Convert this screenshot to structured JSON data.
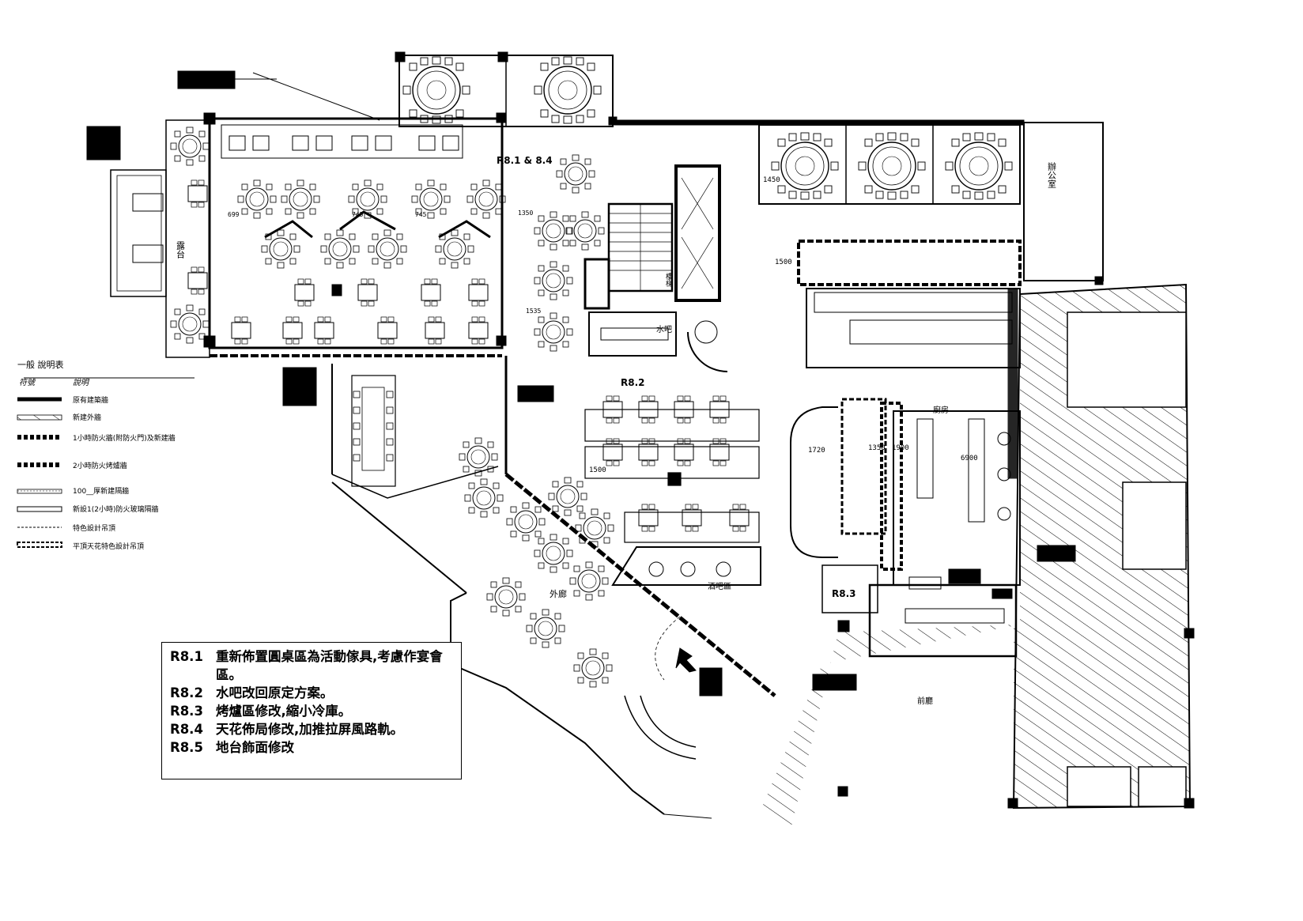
{
  "legend": {
    "title": "一般 說明表",
    "col_symbol": "符號",
    "col_desc": "說明",
    "items": [
      {
        "id": "existing-wall",
        "label": "原有建築牆"
      },
      {
        "id": "new-wall",
        "label": "新建外牆"
      },
      {
        "id": "fire-wall-1",
        "label": "1小時防火牆(附防火門)及新建牆"
      },
      {
        "id": "fire-wall-2",
        "label": "2小時防火烤爐牆"
      },
      {
        "id": "new-partition",
        "label": "100__厚新建隔牆"
      },
      {
        "id": "fire-glass",
        "label": "新設1(2小時)防火玻璃隔牆"
      },
      {
        "id": "special-ceiling",
        "label": "特色設計吊頂"
      },
      {
        "id": "ceiling-design",
        "label": "平頂天花特色設計吊頂"
      }
    ]
  },
  "notes": [
    {
      "code": "R8.1",
      "text": "重新佈置圓桌區為活動傢具,考慮作宴會區。"
    },
    {
      "code": "R8.2",
      "text": "水吧改回原定方案。"
    },
    {
      "code": "R8.3",
      "text": "烤爐區修改,縮小冷庫。"
    },
    {
      "code": "R8.4",
      "text": "天花佈局修改,加推拉屏風路軌。"
    },
    {
      "code": "R8.5",
      "text": "地台飾面修改"
    }
  ],
  "revision_tags": {
    "r81_84": "R8.1 & 8.4",
    "r82": "R8.2",
    "r83": "R8.3"
  },
  "room_labels": {
    "terrace": "露台",
    "outdoor": "外廊",
    "bar": "水吧",
    "bar_zone": "酒吧區",
    "kitchen": "廚房",
    "office": "辦公室",
    "lobby": "前廳",
    "stairs": "樓梯"
  },
  "dimensions": {
    "d1450": "1450",
    "d745a": "745",
    "d745b": "745",
    "d1350": "1350",
    "d1500a": "1500",
    "d1500b": "1500",
    "d1720": "1720",
    "d1900": "1900",
    "d6900": "6900",
    "d1535": "1535",
    "d699": "699",
    "d1350b": "1350"
  }
}
